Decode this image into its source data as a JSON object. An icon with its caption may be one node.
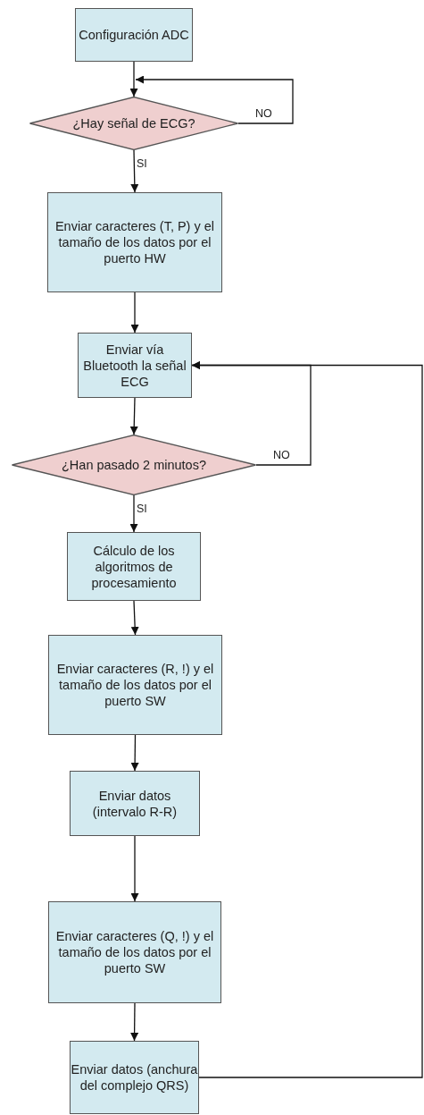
{
  "diagram": {
    "nodes": [
      {
        "text": [
          "Configuración ADC"
        ]
      },
      {
        "text": [
          "¿Hay señal de ECG?"
        ]
      },
      {
        "text": [
          "Enviar caracteres (T, P) y el tamaño de los datos por el puerto HW"
        ]
      },
      {
        "text": [
          "Enviar vía Bluetooth la señal ECG"
        ]
      },
      {
        "text": [
          "¿Han pasado 2 minutos?"
        ]
      },
      {
        "text": [
          "Cálculo de los algoritmos de procesamiento"
        ]
      },
      {
        "text": [
          "Enviar caracteres (R, !) y el tamaño de los datos por el puerto SW"
        ]
      },
      {
        "text": [
          "Enviar datos (intervalo R-R)"
        ]
      },
      {
        "text": [
          "Enviar caracteres (Q, !) y el tamaño de los datos por el puerto SW"
        ]
      },
      {
        "text": [
          "Enviar datos (anchura del complejo QRS)"
        ]
      }
    ],
    "edges": [
      {
        "from": 0,
        "to": 1,
        "arrow": "to"
      },
      {
        "from": 1,
        "to": 1,
        "arrow": "to",
        "label": "NO"
      },
      {
        "from": 1,
        "to": 2,
        "arrow": "to",
        "label": "SI"
      },
      {
        "from": 2,
        "to": 3,
        "arrow": "to"
      },
      {
        "from": 3,
        "to": 4,
        "arrow": "to"
      },
      {
        "from": 4,
        "to": 3,
        "arrow": "to",
        "label": "NO"
      },
      {
        "from": 4,
        "to": 5,
        "arrow": "to",
        "label": "SI"
      },
      {
        "from": 5,
        "to": 6,
        "arrow": "to"
      },
      {
        "from": 6,
        "to": 7,
        "arrow": "to"
      },
      {
        "from": 7,
        "to": 8,
        "arrow": "to"
      },
      {
        "from": 8,
        "to": 9,
        "arrow": "to"
      },
      {
        "from": 9,
        "to": 3,
        "arrow": "to"
      }
    ]
  }
}
